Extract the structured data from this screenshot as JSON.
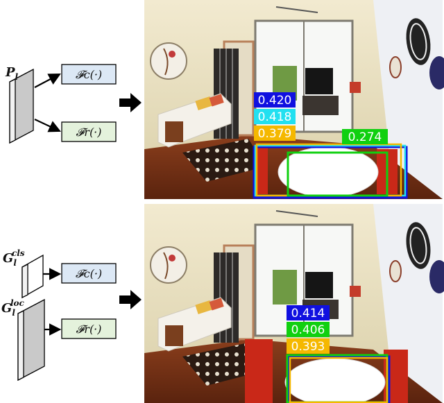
{
  "top_panel": {
    "feature_label": "P",
    "feature_sub": "l",
    "cls_module": "𝓕c(·)",
    "reg_module": "𝓕r(·)",
    "scores": [
      {
        "value": "0.420",
        "color": "#1010e0"
      },
      {
        "value": "0.418",
        "color": "#22e0f0"
      },
      {
        "value": "0.379",
        "color": "#f5b800"
      },
      {
        "value": "0.274",
        "color": "#10d010"
      }
    ]
  },
  "bottom_panel": {
    "cls_label": "G",
    "cls_sub": "l",
    "cls_sup": "cls",
    "loc_label": "G",
    "loc_sub": "l",
    "loc_sup": "loc",
    "cls_module": "𝓕c(·)",
    "reg_module": "𝓕r(·)",
    "scores": [
      {
        "value": "0.414",
        "color": "#1010e0"
      },
      {
        "value": "0.406",
        "color": "#10d010"
      },
      {
        "value": "0.393",
        "color": "#f5b800"
      }
    ]
  },
  "colors": {
    "cls_box": "#dce8f5",
    "reg_box": "#e4f2dc",
    "feature_fill": "#cfcfcf",
    "blue": "#1010e0",
    "cyan": "#22e0f0",
    "yellow": "#f5b800",
    "green": "#10d010"
  }
}
